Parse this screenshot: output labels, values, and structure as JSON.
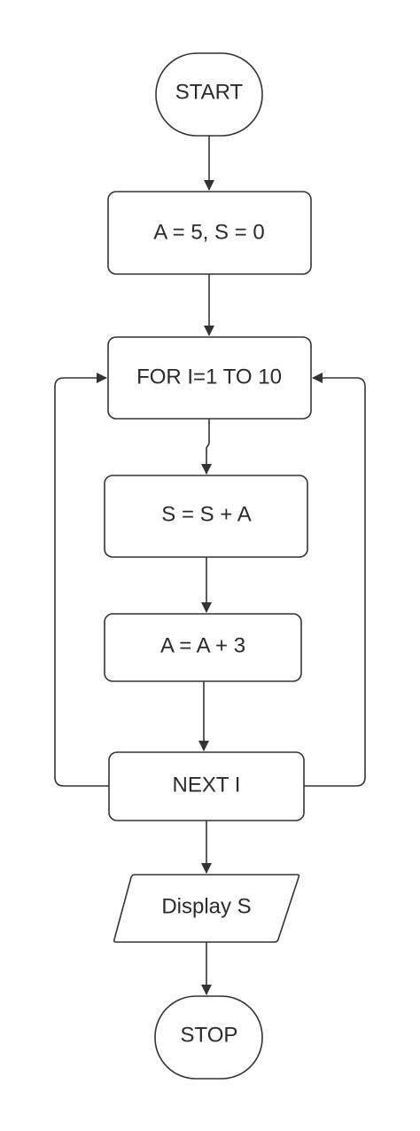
{
  "colors": {
    "line": "#333333",
    "text": "#2b2b2b",
    "fill": "#ffffff"
  },
  "nodes": {
    "start": "START",
    "init": "A = 5, S = 0",
    "for_loop": "FOR I=1 TO 10",
    "add_sum": "S = S + A",
    "add_a": "A = A + 3",
    "next": "NEXT I",
    "display": "Display S",
    "stop": "STOP"
  }
}
